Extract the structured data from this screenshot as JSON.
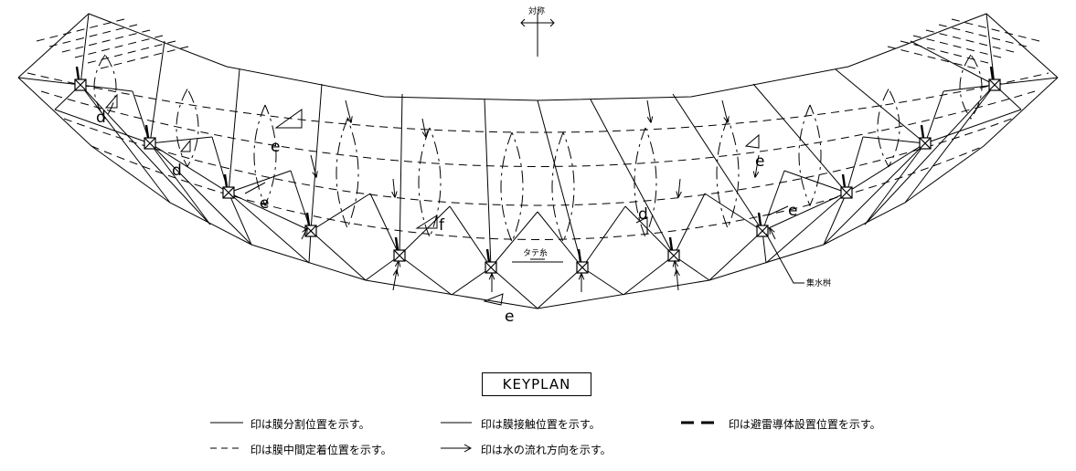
{
  "drawing": {
    "symmetry_label": "対称",
    "warp_label": "タテ糸",
    "collector_label": "集水桝",
    "marks": {
      "d": "d",
      "e": "e",
      "f": "f"
    }
  },
  "keyplan": {
    "title": "KEYPLAN"
  },
  "legend": [
    {
      "id": "split",
      "text": "印は膜分割位置を示す。"
    },
    {
      "id": "contact",
      "text": "印は膜接触位置を示す。"
    },
    {
      "id": "lightning",
      "text": "印は避雷導体設置位置を示す。"
    },
    {
      "id": "fixing",
      "text": "印は膜中間定着位置を示す。"
    },
    {
      "id": "flow",
      "text": "印は水の流れ方向を示す。"
    }
  ]
}
